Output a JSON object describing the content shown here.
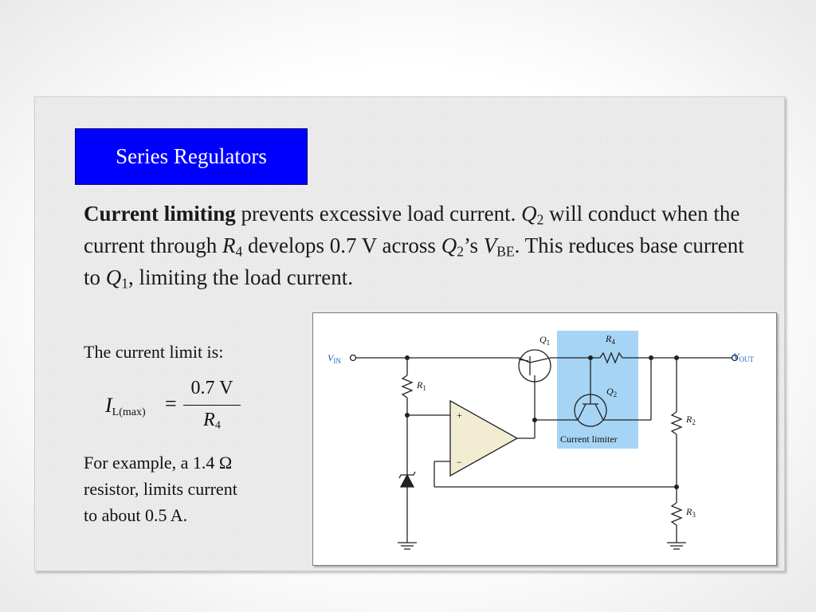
{
  "slide": {
    "title": "Series Regulators",
    "paragraph": {
      "bold_lead": "Current limiting",
      "seg1": " prevents excessive load current. ",
      "q2_a": "Q",
      "q2_a_sub": "2",
      "seg2": " will conduct when the current through ",
      "r4": "R",
      "r4_sub": "4",
      "seg3": " develops 0.7 V across ",
      "q2_b": "Q",
      "q2_b_sub": "2",
      "seg4": "’s ",
      "vbe": "V",
      "vbe_sub": "BE",
      "seg5": ". This reduces base current to ",
      "q1": "Q",
      "q1_sub": "1",
      "seg6": ", limiting the load current."
    },
    "limit_label": "The current limit is:",
    "formula": {
      "lhs": "I",
      "lhs_sub": "L(max)",
      "eq": "=",
      "numerator": "0.7 V",
      "denominator": "R",
      "denominator_sub": "4"
    },
    "example_lines": [
      "For example, a 1.4 Ω",
      "resistor, limits current",
      "to about 0.5 A."
    ]
  },
  "circuit": {
    "vin": "V",
    "vin_sub": "IN",
    "vout": "V",
    "vout_sub": "OUT",
    "q1": "Q",
    "q1_sub": "1",
    "q2": "Q",
    "q2_sub": "2",
    "r1": "R",
    "r1_sub": "1",
    "r2": "R",
    "r2_sub": "2",
    "r3": "R",
    "r3_sub": "3",
    "r4": "R",
    "r4_sub": "4",
    "plus": "+",
    "minus": "−",
    "limiter_label": "Current limiter",
    "colors": {
      "limiter_fill": "#a6d4f5",
      "opamp_fill": "#f2ecd3",
      "label_blue": "#1565c0"
    }
  }
}
